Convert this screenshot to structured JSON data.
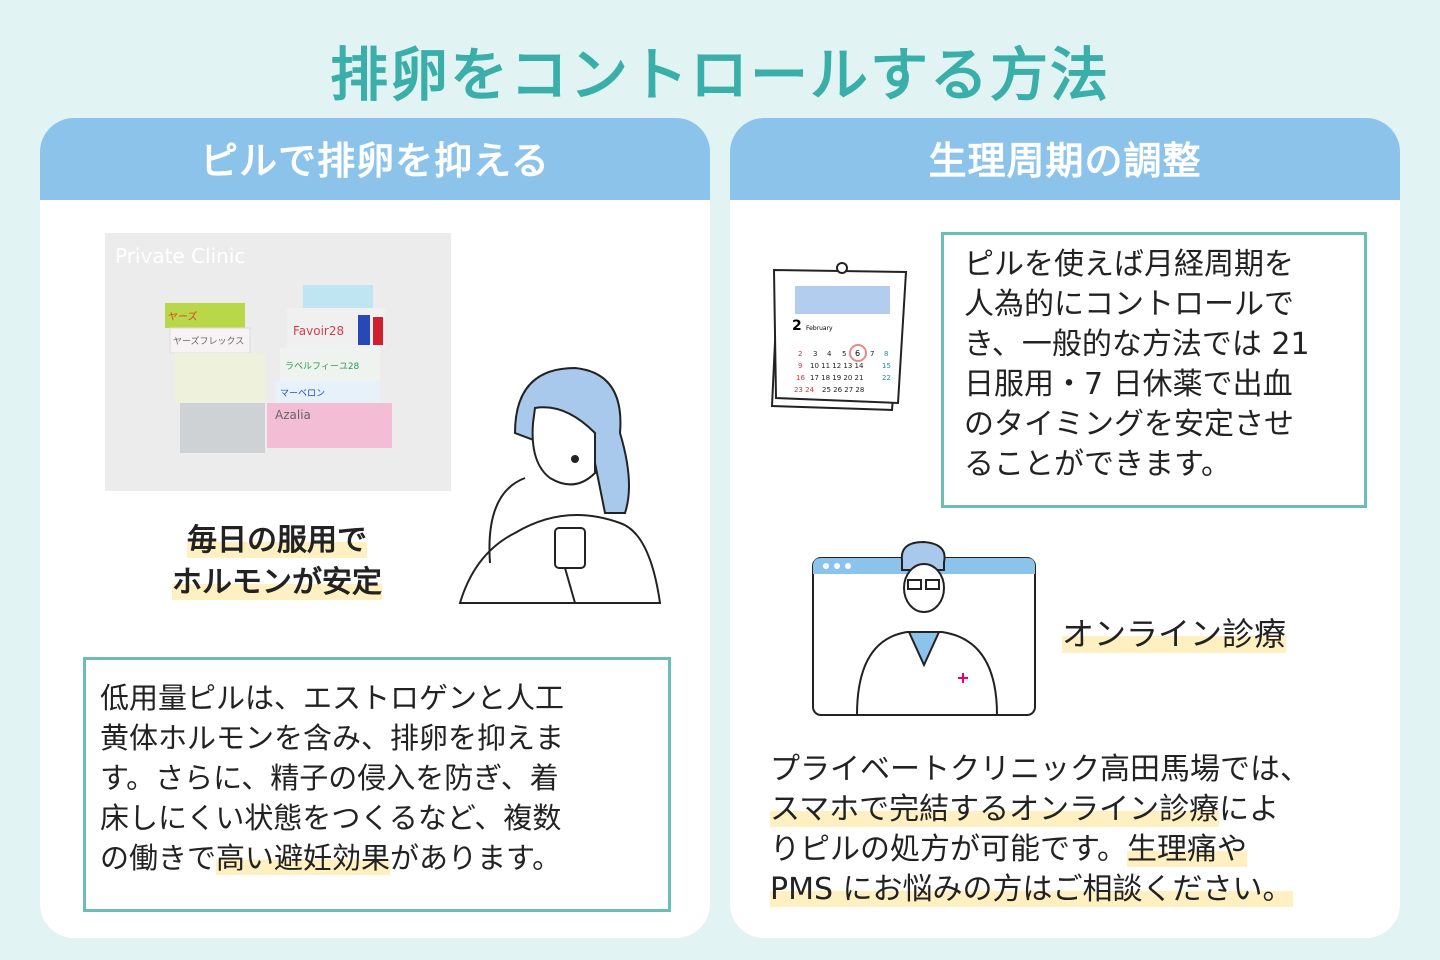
{
  "title": "排卵をコントロールする方法",
  "left": {
    "header": "ピルで排卵を抑える",
    "photo_brands": [
      "ヤーズ",
      "ヤーズフレックス",
      "Favoir28",
      "ラベルフィーユ28",
      "マーベロン",
      "Azalia"
    ],
    "photo_watermark": "Private Clinic",
    "caption": [
      "毎日の服用で",
      "ホルモンが安定"
    ],
    "body": {
      "lines": [
        "低用量ピルは、エストロゲンと人工",
        "黄体ホルモンを含み、排卵を抑えま",
        "す。さらに、精子の侵入を防ぎ、着",
        "床しにくい状態をつくるなど、複数"
      ],
      "last_pre": "の働きで",
      "last_hl": "高い避妊効果",
      "last_post": "があります。"
    }
  },
  "right": {
    "header": "生理周期の調整",
    "calendar": {
      "month": "2",
      "month_name": "February",
      "highlight_day": "6"
    },
    "box_lines": [
      "ピルを使えば月経周期を",
      "人為的にコントロールで",
      "き、一般的な方法では 21",
      "日服用・7 日休薬で出血",
      "のタイミングを安定させ",
      "ることができます。"
    ],
    "online_label": "オンライン診療",
    "body": {
      "l1": "プライベートクリニック高田馬場では、",
      "l2_hl": "スマホで完結するオンライン診療",
      "l2_post": "によ",
      "l3_pre": "りピルの処方が可能です。",
      "l3_hl": "生理痛や",
      "l4_hl": "PMS にお悩みの方はご相談ください。"
    }
  },
  "colors": {
    "accent": "#3aaea8",
    "header": "#8cc3eb",
    "highlight": "#fff0c2",
    "border": "#6cbdb6"
  }
}
